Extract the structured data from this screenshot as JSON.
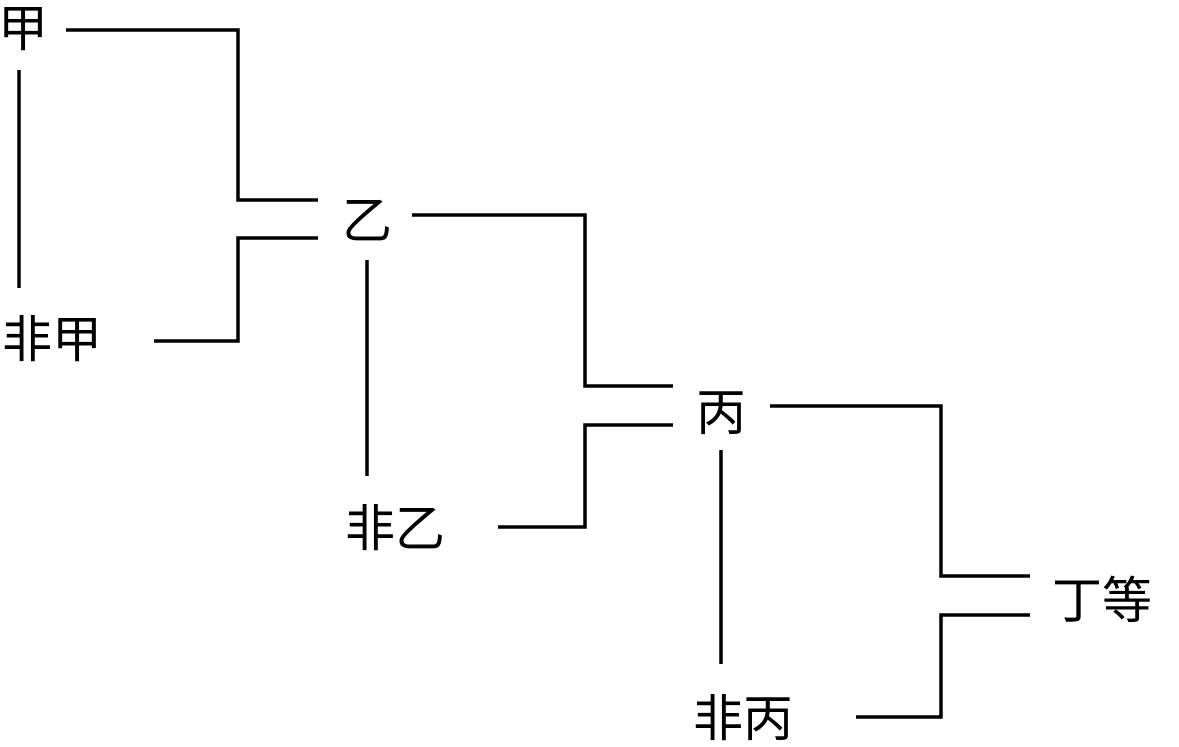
{
  "diagram": {
    "nodes": {
      "jia": "甲",
      "fei_jia": "非甲",
      "yi": "乙",
      "fei_yi": "非乙",
      "bing": "丙",
      "fei_bing": "非丙",
      "ding": "丁等"
    },
    "colors": {
      "line": "#000000",
      "text": "#000000",
      "background": "#ffffff"
    }
  }
}
